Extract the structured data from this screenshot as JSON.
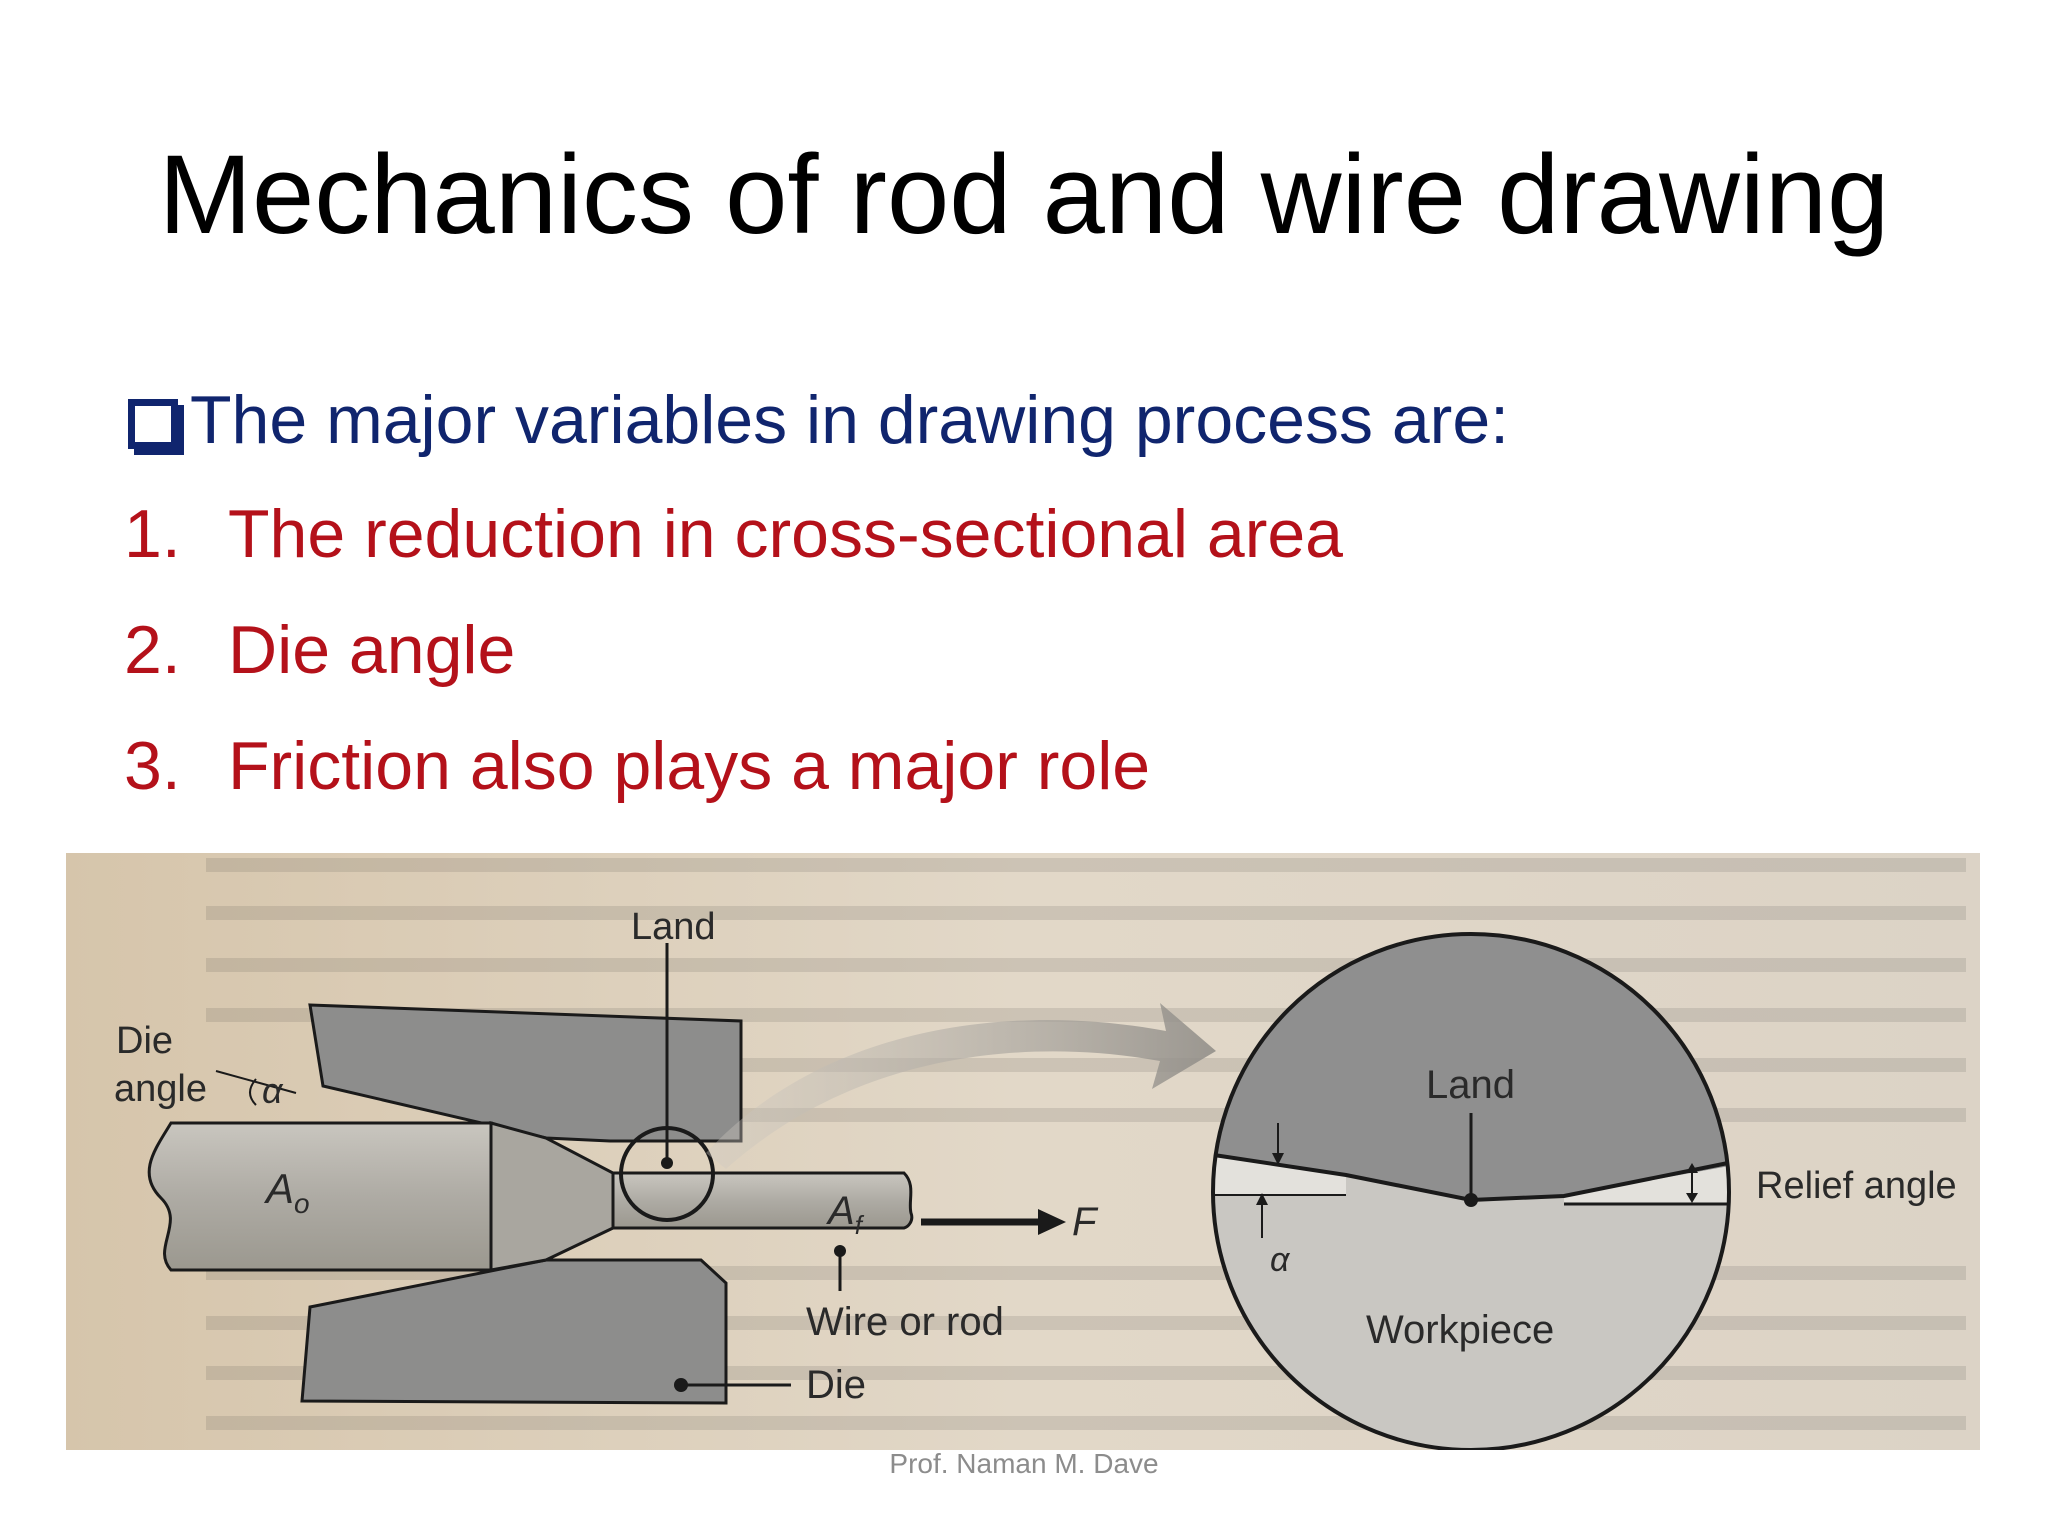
{
  "slide": {
    "title": "Mechanics of rod and wire drawing",
    "lead_text": "The major variables in drawing process are:",
    "items": [
      {
        "number": "1.",
        "text": "The reduction in cross-sectional area"
      },
      {
        "number": "2.",
        "text": "Die angle"
      },
      {
        "number": "3.",
        "text": "Friction also plays a major role"
      }
    ],
    "footer": "Prof. Naman M. Dave"
  },
  "figure": {
    "labels": {
      "land_top": "Land",
      "die_angle_1": "Die",
      "die_angle_2": "angle",
      "alpha": "α",
      "a_o": "A",
      "a_o_sub": "o",
      "a_f": "A",
      "a_f_sub": "f",
      "force": "F",
      "wire_or_rod": "Wire or rod",
      "die": "Die",
      "land_detail": "Land",
      "relief_angle": "Relief angle",
      "alpha_detail": "α",
      "workpiece": "Workpiece"
    },
    "colors": {
      "paper": "#d9cbb5",
      "die_fill": "#8d8d8c",
      "rod_fill": "#b8b5ae",
      "detail_die": "#8f8f8f",
      "detail_work": "#c9c7c2",
      "stroke": "#1a1a1a"
    }
  }
}
